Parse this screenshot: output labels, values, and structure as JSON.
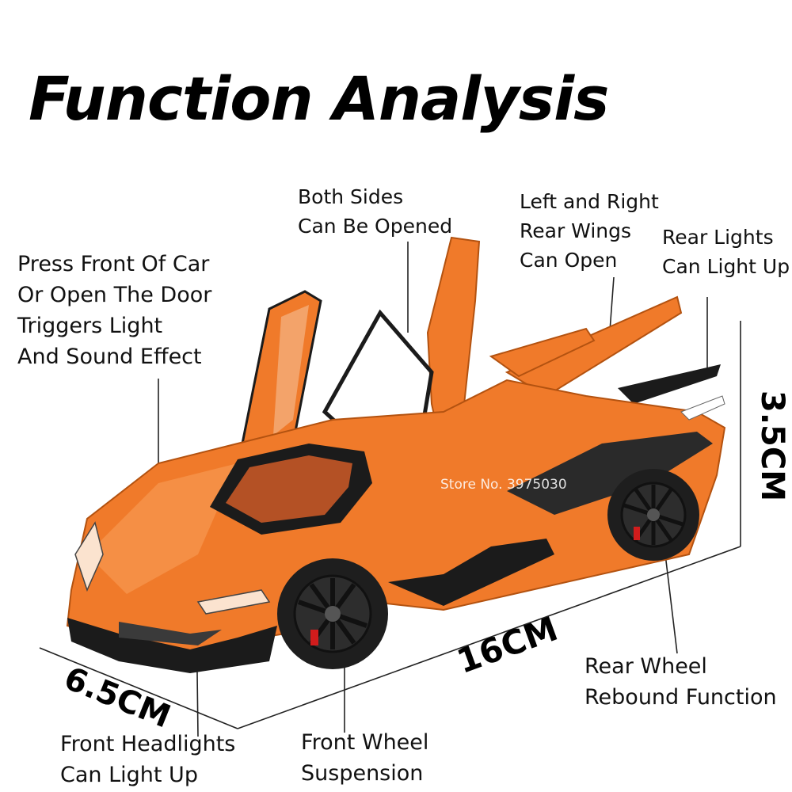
{
  "title": "Function Analysis",
  "callouts": {
    "front_light_sound": "Press Front Of Car\nOr Open The Door\nTriggers Light\nAnd Sound Effect",
    "both_sides": "Both Sides\nCan Be Opened",
    "rear_wings": "Left and Right\nRear Wings\nCan Open",
    "rear_lights": "Rear Lights\nCan Light Up",
    "rear_wheel": "Rear Wheel\nRebound Function",
    "front_wheel": "Front Wheel\nSuspension",
    "front_headlights": "Front Headlights\nCan Light Up"
  },
  "dimensions": {
    "height": "3.5CM",
    "length": "16CM",
    "width": "6.5CM"
  },
  "watermark": "Store No. 3975030",
  "colors": {
    "body": "#f07a2a",
    "body_dark": "#c95a12",
    "trim": "#1b1b1b",
    "tire": "#1e1e1e"
  }
}
